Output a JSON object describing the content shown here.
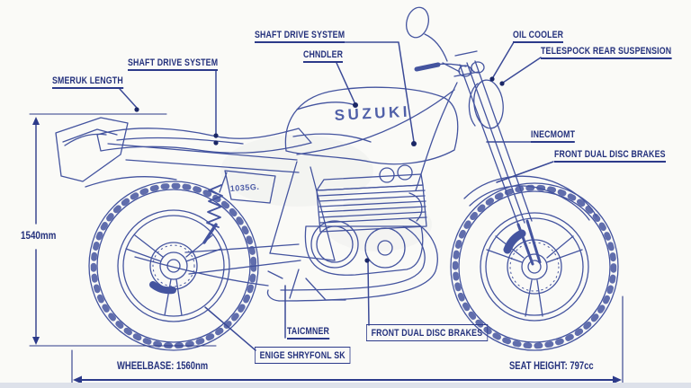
{
  "page": {
    "background_color": "#fafaf7",
    "blueprint_line_color": "#44549f",
    "label_text_color": "#23307c"
  },
  "brand": {
    "tank_logo": "SUZUKI",
    "side_panel_code": "1035G."
  },
  "labels": {
    "shaft_drive_top": "SHAFT DRIVE SYSTEM",
    "chndler": "CHNDLER",
    "shaft_drive_left": "SHAFT DRIVE SYSTEM",
    "smeruk_length": "SMERUK LENGTH",
    "oil_cooler": "OIL COOLER",
    "telespock_rear_suspension": "TELESPOCK REAR SUSPENSION",
    "inecmomt": "INECMOMT",
    "front_dual_disc_brakes_right": "FRONT DUAL DISC BRAKES",
    "front_dual_disc_brakes_bottom": "FRONT DUAL DISC BRAKES",
    "taicmner": "TAICMNER",
    "enige_shryfonl_sk": "ENIGE SHRYFONL SK"
  },
  "dimensions": {
    "overall_height": "1540mm",
    "wheelbase": "WHEELBASE: 1560nm",
    "seat_height": "SEAT HEIGHT: 797cc"
  }
}
